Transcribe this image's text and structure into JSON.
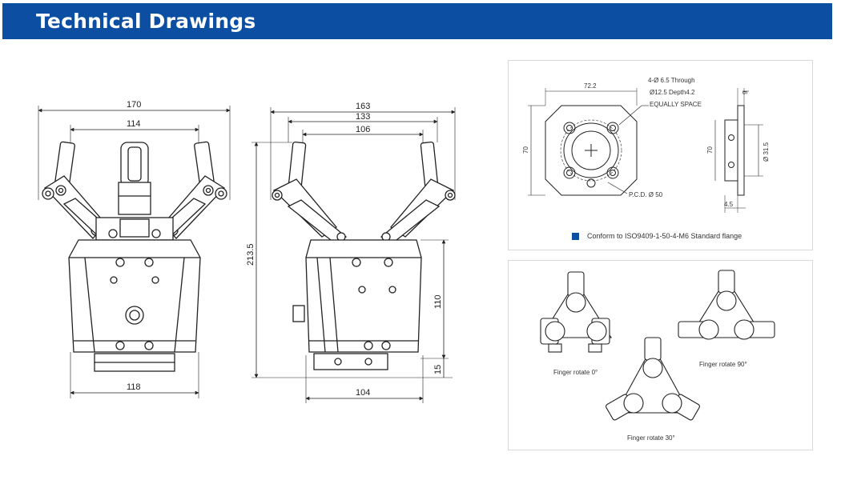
{
  "header": {
    "title": "Technical Drawings"
  },
  "colors": {
    "header_bg": "#0b4ea2",
    "legend_square": "#0b4ea2",
    "line": "#222222"
  },
  "front_view": {
    "dim_overall": "170",
    "dim_inner": "114",
    "dim_base": "118"
  },
  "side_view": {
    "dim_overall": "163",
    "dim_mid": "133",
    "dim_inner": "106",
    "dim_height": "213.5",
    "dim_body": "110",
    "dim_flange": "15",
    "dim_base": "104"
  },
  "flange_panel": {
    "note_holes": "4-Ø  6.5 Through",
    "note_counterbore": "Ø12.5  Depth4.2",
    "note_equal": "EQUALLY SPACE",
    "dim_width": "72.2",
    "dim_height": "70",
    "pcd": "P.C.D.  Ø 50",
    "side_dim_height": "70",
    "side_dim_dia": "Ø 31.5",
    "side_dim_top": "9",
    "side_dim_bottom": "4.5",
    "legend": "Conform to ISO9409-1-50-4-M6 Standard flange"
  },
  "rotate_panel": {
    "label_0": "Finger rotate 0°",
    "label_90": "Finger rotate 90°",
    "label_30": "Finger rotate 30°"
  }
}
